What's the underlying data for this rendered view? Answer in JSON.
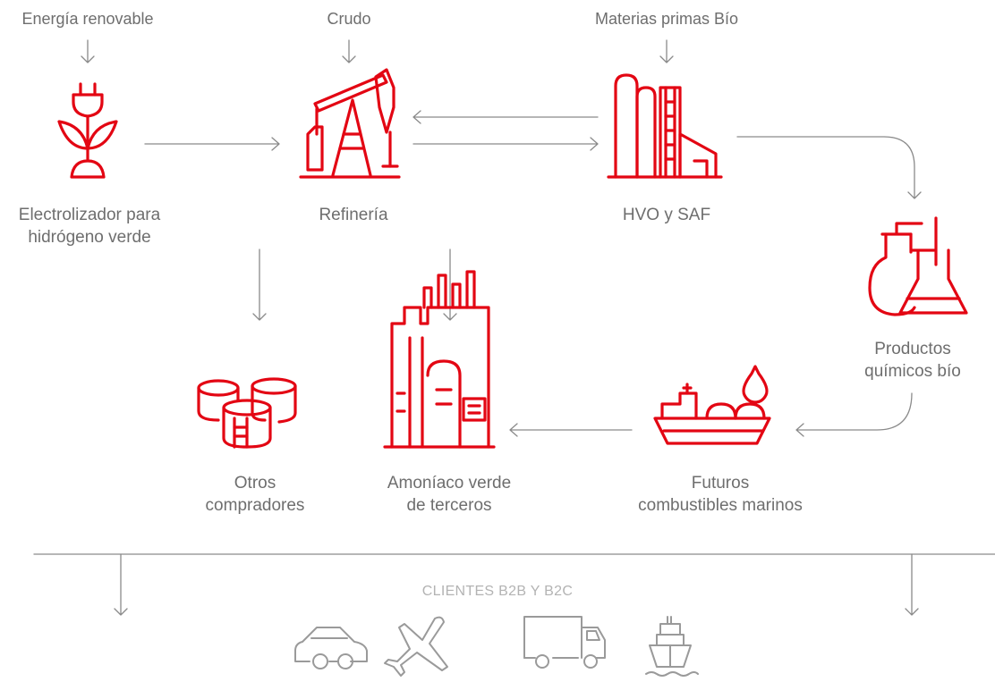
{
  "inputs": {
    "renewable_energy": "Energía renovable",
    "crude": "Crudo",
    "bio_raw_materials": "Materias primas Bío"
  },
  "nodes": {
    "electrolyzer": [
      "Electrolizador para",
      "hidrógeno verde"
    ],
    "refinery": "Refinería",
    "hvo_saf": "HVO y SAF",
    "bio_chemicals": [
      "Productos",
      "químicos bío"
    ],
    "marine_fuels": [
      "Futuros",
      "combustibles marinos"
    ],
    "green_ammonia": [
      "Amoníaco verde",
      "de terceros"
    ],
    "other_buyers": [
      "Otros",
      "compradores"
    ]
  },
  "clients_label": "CLIENTES B2B Y B2C",
  "client_icons": [
    "car-icon",
    "airplane-icon",
    "truck-icon",
    "ship-icon"
  ],
  "colors": {
    "accent_red": "#e30613",
    "arrow_grey": "#8a8a8a",
    "text_grey": "#6e6e6e",
    "clients_label_grey": "#b3b3b3"
  }
}
